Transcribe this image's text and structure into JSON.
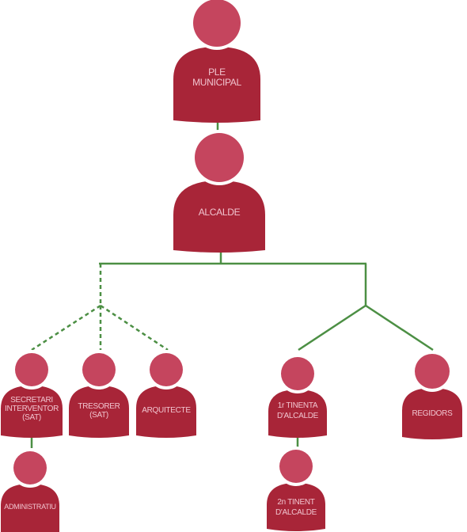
{
  "colors": {
    "head": "#c5455e",
    "body": "#a82538",
    "label": "#f1c4cf",
    "connector": "#4c8f44"
  },
  "nodes": {
    "ple": {
      "lines": [
        "PLE",
        "MUNICIPAL"
      ]
    },
    "alcalde": {
      "lines": [
        "ALCALDE"
      ]
    },
    "secretari": {
      "lines": [
        "SECRETARI",
        "INTERVENTOR",
        "(SAT)"
      ]
    },
    "tresorer": {
      "lines": [
        "TRESORER",
        "(SAT)"
      ]
    },
    "arquitecte": {
      "lines": [
        "ARQUITECTE"
      ]
    },
    "administratiu": {
      "lines": [
        "ADMINISTRATIU"
      ]
    },
    "tinenta1": {
      "lines": [
        "1r TINENTA",
        "D'ALCALDE"
      ]
    },
    "regidors": {
      "lines": [
        "REGIDORS"
      ]
    },
    "tinent2": {
      "lines": [
        "2n TINENT",
        "D'ALCALDE"
      ]
    }
  }
}
